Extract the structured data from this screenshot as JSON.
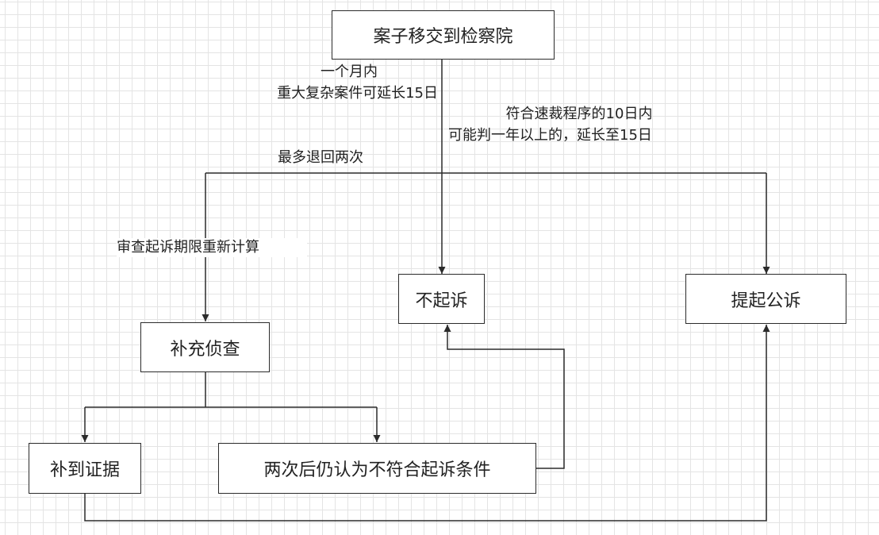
{
  "nodes": {
    "transfer": "案子移交到检察院",
    "no_prosecution": "不起诉",
    "public_prosecution": "提起公诉",
    "supplementary_investigation": "补充侦查",
    "evidence_found": "补到证据",
    "still_not_qualified": "两次后仍认为不符合起诉条件"
  },
  "labels": {
    "one_month": "一个月内",
    "major_extension": "重大复杂案件可延长15日",
    "fast_track_10_days": "符合速裁程序的10日内",
    "over_one_year_extension": "可能判一年以上的，延长至15日",
    "max_return_twice": "最多退回两次",
    "recalculate_period": "审查起诉期限重新计算"
  },
  "colors": {
    "stroke": "#2b2b2b",
    "grid": "#e4e4e4",
    "text": "#222222"
  }
}
